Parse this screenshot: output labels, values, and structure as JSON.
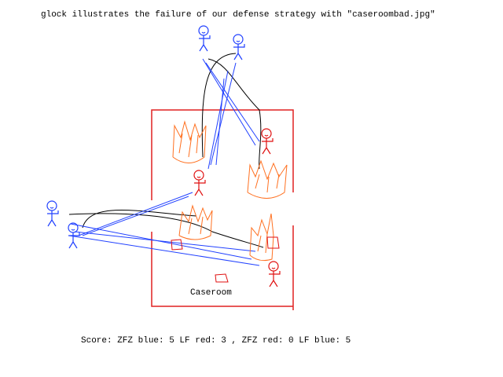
{
  "title": "glock illustrates the failure of our defense strategy with \"caseroombad.jpg\"",
  "room_label": "Caseroom",
  "score": "Score: ZFZ blue: 5 LF red: 3 , ZFZ red: 0 LF blue: 5",
  "colors": {
    "room": "#e02020",
    "blue_team": "#2040ff",
    "red_team": "#e01010",
    "fire": "#ff7020",
    "path": "#000000"
  }
}
